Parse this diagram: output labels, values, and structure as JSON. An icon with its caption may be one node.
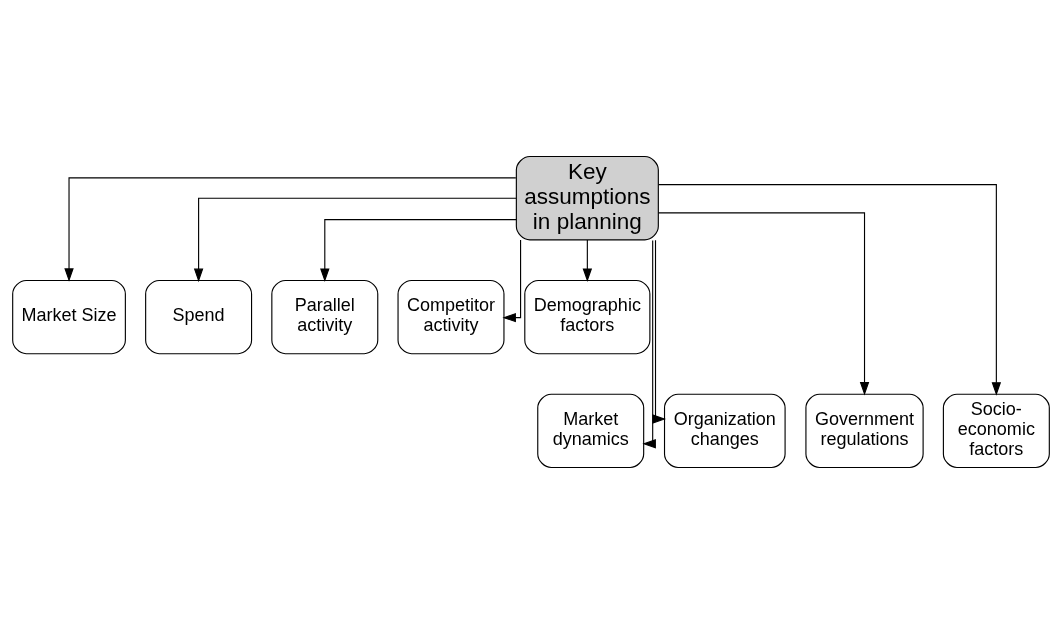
{
  "diagram": {
    "nodes": [
      {
        "text": [
          "Key assumptions in planning"
        ]
      },
      {
        "text": [
          "Market Size"
        ]
      },
      {
        "text": [
          "Spend"
        ]
      },
      {
        "text": [
          "Parallel activity"
        ]
      },
      {
        "text": [
          "Competitor activity"
        ]
      },
      {
        "text": [
          "Demographic factors"
        ]
      },
      {
        "text": [
          "Market dynamics"
        ]
      },
      {
        "text": [
          "Organization changes"
        ]
      },
      {
        "text": [
          "Government regulations"
        ]
      },
      {
        "text": [
          "Socio- economic factors"
        ]
      }
    ],
    "edges": [
      {
        "from": 0,
        "to": 1,
        "arrow": "to"
      },
      {
        "from": 0,
        "to": 6,
        "arrow": "to"
      },
      {
        "from": 0,
        "to": 2,
        "arrow": "to"
      },
      {
        "from": 0,
        "to": 7,
        "arrow": "to"
      },
      {
        "from": 0,
        "to": 3,
        "arrow": "to"
      },
      {
        "from": 0,
        "to": 8,
        "arrow": "to"
      },
      {
        "from": 0,
        "to": 4,
        "arrow": "to"
      },
      {
        "from": 0,
        "to": 9,
        "arrow": "to"
      },
      {
        "from": 0,
        "to": 5,
        "arrow": "to"
      }
    ]
  }
}
